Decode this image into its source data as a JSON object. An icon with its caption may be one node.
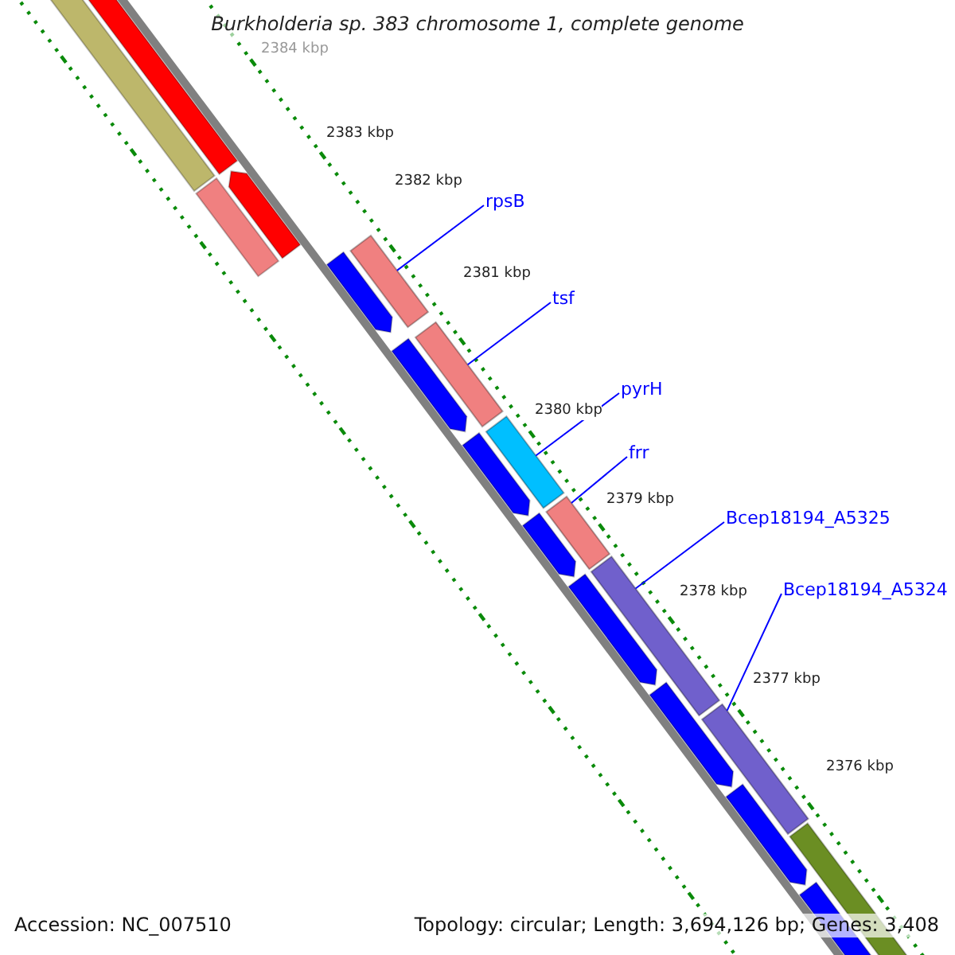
{
  "diagram": {
    "title": "Burkholderia sp. 383 chromosome 1, complete genome",
    "nodes": [
      {
        "text": [
          "rpsB"
        ]
      },
      {
        "text": [
          "tsf"
        ]
      },
      {
        "text": [
          "pyrH"
        ]
      },
      {
        "text": [
          "frr"
        ]
      },
      {
        "text": [
          "Bcep18194_A5325"
        ]
      },
      {
        "text": [
          "Bcep18194_A5324"
        ]
      },
      {
        "text": [],
        "shape": "bar"
      },
      {
        "text": [],
        "shape": "bar"
      },
      {
        "text": [],
        "shape": "bar"
      },
      {
        "text": [],
        "shape": "bar"
      },
      {
        "text": [],
        "shape": "bar"
      },
      {
        "text": [],
        "shape": "bar"
      }
    ],
    "edges": [
      {
        "from": 0,
        "to": 6,
        "arrow": "none"
      },
      {
        "from": 1,
        "to": 7,
        "arrow": "none"
      },
      {
        "from": 2,
        "to": 8,
        "arrow": "none"
      },
      {
        "from": 3,
        "to": 9,
        "arrow": "none"
      },
      {
        "from": 4,
        "to": 10,
        "arrow": "none"
      },
      {
        "from": 5,
        "to": 11,
        "arrow": "none"
      }
    ],
    "labels": [
      "2384 kbp",
      "2383 kbp",
      "2382 kbp",
      "2381 kbp",
      "2380 kbp",
      "2379 kbp",
      "2378 kbp",
      "2377 kbp",
      "2376 kbp",
      "Accession: NC_007510",
      "Topology: circular; Length: 3,694,126 bp; Genes: 3,408"
    ]
  }
}
